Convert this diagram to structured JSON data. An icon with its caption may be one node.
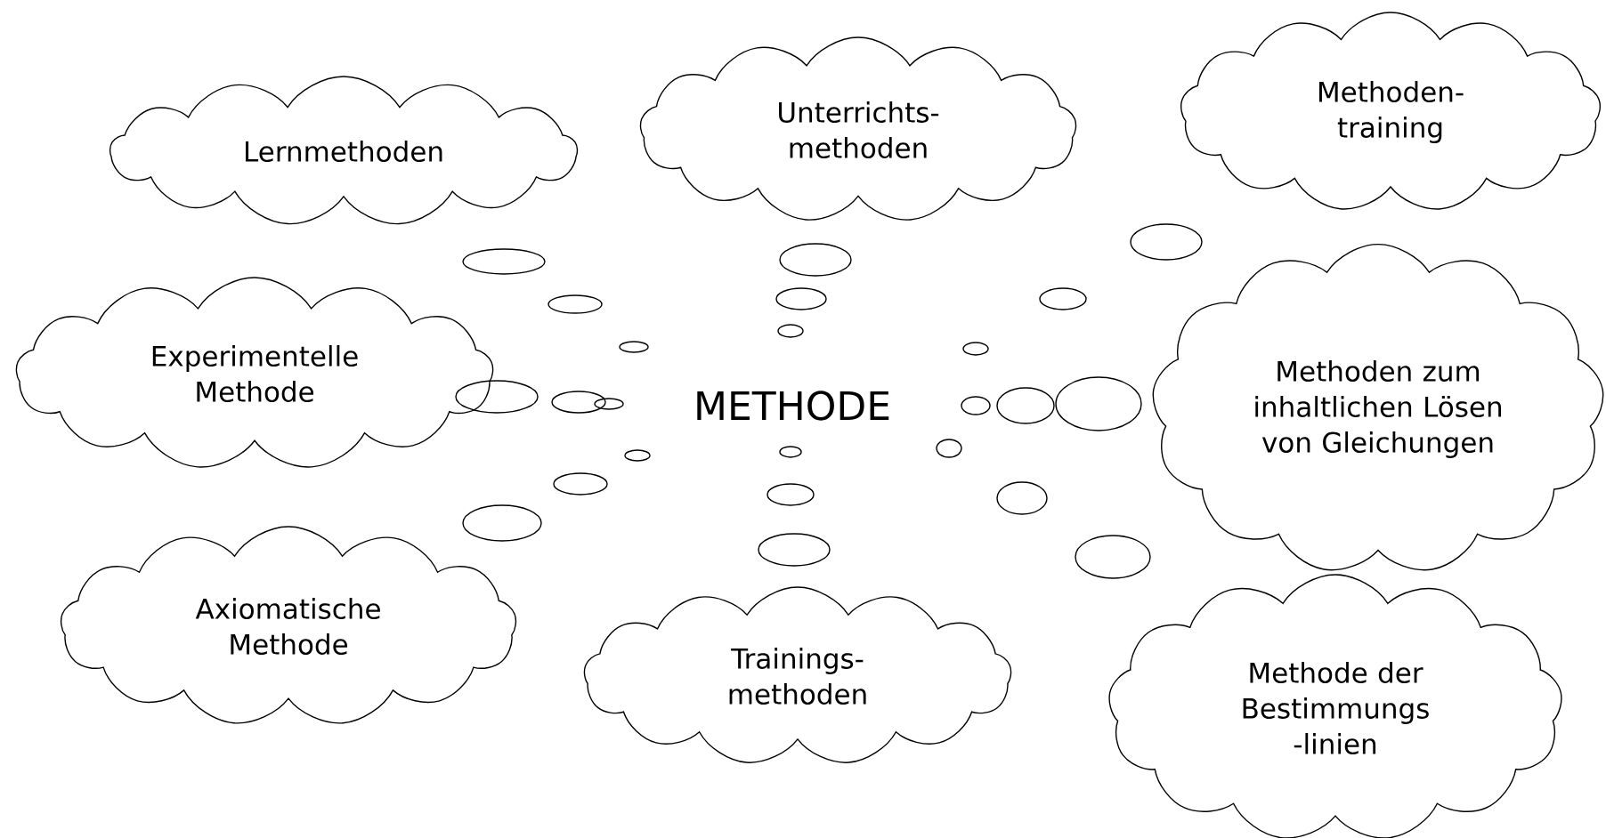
{
  "diagram": {
    "nodes": [
      {
        "text": [
          "Lernmethoden"
        ]
      },
      {
        "text": [
          "Unterrichts- methoden"
        ]
      },
      {
        "text": [
          "Methoden- training"
        ]
      },
      {
        "text": [
          "Experimentelle Methode"
        ]
      },
      {
        "text": [
          "METHODE"
        ]
      },
      {
        "text": [
          "Methoden zum inhaltlichen Lösen von Gleichungen"
        ]
      },
      {
        "text": [
          "Axiomatische Methode"
        ]
      },
      {
        "text": [
          "Trainings- methoden"
        ]
      },
      {
        "text": [
          "Methode der Bestimmungs -linien"
        ]
      }
    ]
  }
}
